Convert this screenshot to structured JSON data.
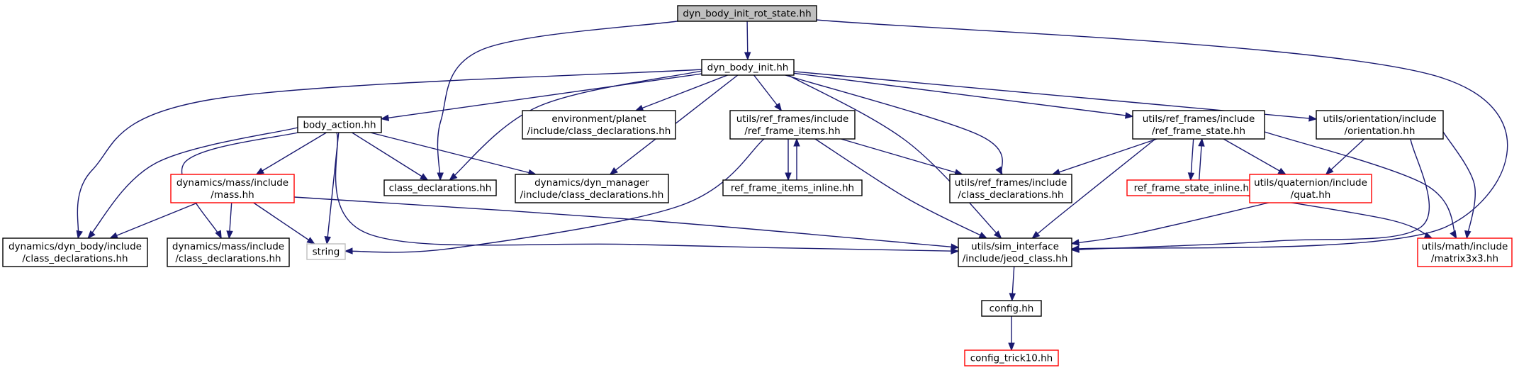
{
  "diagram": {
    "type": "include-dependency-graph",
    "colors": {
      "edge": "#191970",
      "normal_border": "#000000",
      "truncated_border": "#ff0000",
      "system_border": "#bfbfbf",
      "root_fill": "#bfbfbf",
      "fill": "#ffffff"
    },
    "nodes": [
      {
        "id": "root",
        "kind": "root",
        "lines": [
          "dyn_body_init_rot_state.hh"
        ]
      },
      {
        "id": "dyn_body_init",
        "kind": "normal",
        "lines": [
          "dyn_body_init.hh"
        ]
      },
      {
        "id": "body_action",
        "kind": "normal",
        "lines": [
          "body_action.hh"
        ]
      },
      {
        "id": "env_planet_cd",
        "kind": "normal",
        "lines": [
          "environment/planet",
          "/include/class_declarations.hh"
        ]
      },
      {
        "id": "rf_items",
        "kind": "normal",
        "lines": [
          "utils/ref_frames/include",
          "/ref_frame_items.hh"
        ]
      },
      {
        "id": "rf_state",
        "kind": "normal",
        "lines": [
          "utils/ref_frames/include",
          "/ref_frame_state.hh"
        ]
      },
      {
        "id": "orientation",
        "kind": "normal",
        "lines": [
          "utils/orientation/include",
          "/orientation.hh"
        ]
      },
      {
        "id": "mass",
        "kind": "truncated",
        "lines": [
          "dynamics/mass/include",
          "/mass.hh"
        ]
      },
      {
        "id": "class_decl",
        "kind": "normal",
        "lines": [
          "class_declarations.hh"
        ]
      },
      {
        "id": "dynmgr_cd",
        "kind": "normal",
        "lines": [
          "dynamics/dyn_manager",
          "/include/class_declarations.hh"
        ]
      },
      {
        "id": "rf_items_inline",
        "kind": "normal",
        "lines": [
          "ref_frame_items_inline.hh"
        ]
      },
      {
        "id": "rf_cd",
        "kind": "normal",
        "lines": [
          "utils/ref_frames/include",
          "/class_declarations.hh"
        ]
      },
      {
        "id": "rf_state_inline",
        "kind": "truncated",
        "lines": [
          "ref_frame_state_inline.hh"
        ]
      },
      {
        "id": "quat",
        "kind": "truncated",
        "lines": [
          "utils/quaternion/include",
          "/quat.hh"
        ]
      },
      {
        "id": "dynbody_cd",
        "kind": "normal",
        "lines": [
          "dynamics/dyn_body/include",
          "/class_declarations.hh"
        ]
      },
      {
        "id": "mass_cd",
        "kind": "normal",
        "lines": [
          "dynamics/mass/include",
          "/class_declarations.hh"
        ]
      },
      {
        "id": "string",
        "kind": "system",
        "lines": [
          "string"
        ]
      },
      {
        "id": "jeod_class",
        "kind": "normal",
        "lines": [
          "utils/sim_interface",
          "/include/jeod_class.hh"
        ]
      },
      {
        "id": "matrix3x3",
        "kind": "truncated",
        "lines": [
          "utils/math/include",
          "/matrix3x3.hh"
        ]
      },
      {
        "id": "config",
        "kind": "normal",
        "lines": [
          "config.hh"
        ]
      },
      {
        "id": "config_trick10",
        "kind": "truncated",
        "lines": [
          "config_trick10.hh"
        ]
      }
    ],
    "edges": [
      [
        "root",
        "dyn_body_init"
      ],
      [
        "root",
        "class_decl"
      ],
      [
        "root",
        "jeod_class"
      ],
      [
        "dyn_body_init",
        "body_action"
      ],
      [
        "dyn_body_init",
        "env_planet_cd"
      ],
      [
        "dyn_body_init",
        "rf_items"
      ],
      [
        "dyn_body_init",
        "rf_state"
      ],
      [
        "dyn_body_init",
        "orientation"
      ],
      [
        "dyn_body_init",
        "class_decl"
      ],
      [
        "dyn_body_init",
        "dynmgr_cd"
      ],
      [
        "dyn_body_init",
        "rf_cd"
      ],
      [
        "dyn_body_init",
        "dynbody_cd"
      ],
      [
        "dyn_body_init",
        "jeod_class"
      ],
      [
        "body_action",
        "mass"
      ],
      [
        "body_action",
        "class_decl"
      ],
      [
        "body_action",
        "dynmgr_cd"
      ],
      [
        "body_action",
        "dynbody_cd"
      ],
      [
        "body_action",
        "mass_cd"
      ],
      [
        "body_action",
        "string"
      ],
      [
        "body_action",
        "jeod_class"
      ],
      [
        "mass",
        "dynbody_cd"
      ],
      [
        "mass",
        "mass_cd"
      ],
      [
        "mass",
        "string"
      ],
      [
        "mass",
        "jeod_class"
      ],
      [
        "rf_items",
        "rf_items_inline"
      ],
      [
        "rf_items_inline",
        "rf_items"
      ],
      [
        "rf_items",
        "rf_cd"
      ],
      [
        "rf_items",
        "string"
      ],
      [
        "rf_items",
        "jeod_class"
      ],
      [
        "rf_state",
        "rf_cd"
      ],
      [
        "rf_state",
        "rf_state_inline"
      ],
      [
        "rf_state_inline",
        "rf_state"
      ],
      [
        "rf_state",
        "quat"
      ],
      [
        "rf_state",
        "matrix3x3"
      ],
      [
        "rf_state",
        "jeod_class"
      ],
      [
        "orientation",
        "quat"
      ],
      [
        "orientation",
        "matrix3x3"
      ],
      [
        "orientation",
        "jeod_class"
      ],
      [
        "rf_state_inline",
        "matrix3x3"
      ],
      [
        "quat",
        "jeod_class"
      ],
      [
        "jeod_class",
        "config"
      ],
      [
        "config",
        "config_trick10"
      ]
    ]
  }
}
